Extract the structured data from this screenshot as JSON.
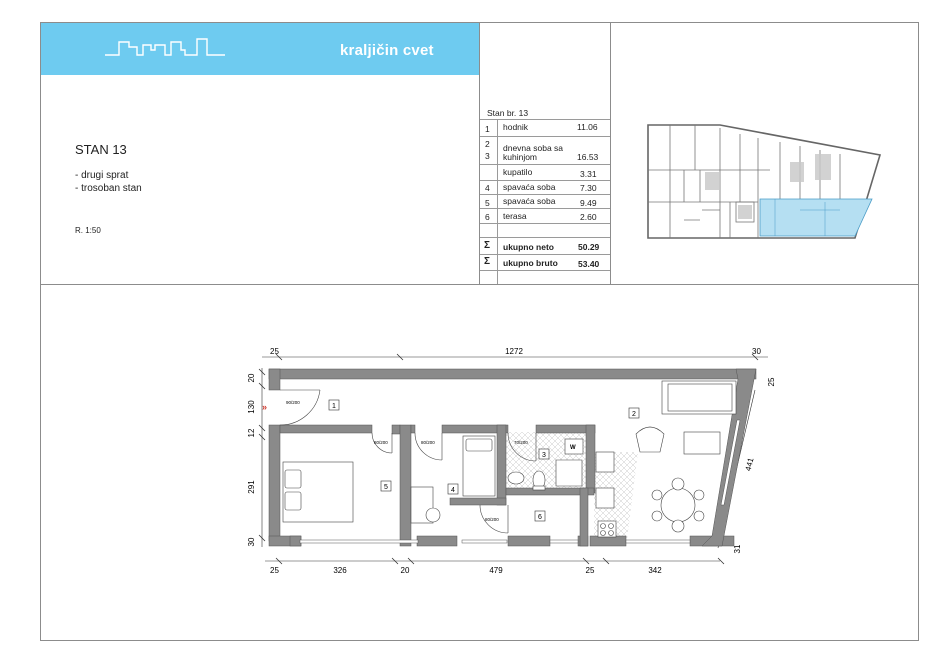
{
  "header": {
    "brand": "kraljičin cvet"
  },
  "apartment": {
    "title": "STAN 13",
    "details": [
      "- drugi sprat",
      "- trosoban stan"
    ],
    "scale": "R. 1:50"
  },
  "room_table": {
    "heading": "Stan br. 13",
    "rows": [
      {
        "num": "1",
        "name": "hodnik",
        "area": "11.06"
      },
      {
        "num": "2",
        "name": "dnevna soba sa",
        "area": ""
      },
      {
        "num": "3",
        "name": "kuhinjom",
        "area": "16.53"
      },
      {
        "num": "",
        "name": "kupatilo",
        "area": "3.31"
      },
      {
        "num": "4",
        "name": "spavaća soba",
        "area": "7.30"
      },
      {
        "num": "5",
        "name": "spavaća soba",
        "area": "9.49"
      },
      {
        "num": "6",
        "name": "terasa",
        "area": "2.60"
      }
    ],
    "totals": [
      {
        "symbol": "Σ",
        "name": "ukupno neto",
        "area": "50.29"
      },
      {
        "symbol": "Σ",
        "name": "ukupno bruto",
        "area": "53.40"
      }
    ]
  },
  "plan": {
    "dimensions_top": [
      "25",
      "1272",
      "30"
    ],
    "dimensions_bottom": [
      "25",
      "326",
      "20",
      "479",
      "25",
      "342"
    ],
    "dimensions_left": [
      "20",
      "130",
      "12",
      "291",
      "30"
    ],
    "dimensions_right": [
      "25",
      "441",
      "31"
    ],
    "room_labels": [
      "1",
      "2",
      "3",
      "4",
      "5",
      "6"
    ],
    "door_labels": [
      "90/200",
      "80/200",
      "80/200",
      "70/200",
      "80/200"
    ]
  },
  "colors": {
    "banner": "#6ecbf0",
    "highlight": "#b5dff2",
    "wall": "#8a8a8a",
    "entrance": "#d03a2f"
  }
}
